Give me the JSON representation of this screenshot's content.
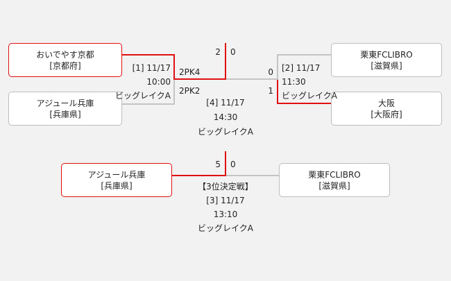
{
  "colors": {
    "winner": "#e01010",
    "loser": "#c4c4c4",
    "background": "#f2f2f2"
  },
  "semifinal_a": {
    "team_top": {
      "name": "おいでやす京都",
      "pref": "[京都府]"
    },
    "team_bottom": {
      "name": "アジュール兵庫",
      "pref": "[兵庫県]"
    },
    "match_no": "[1] 11/17",
    "time": "10:00",
    "venue": "ビッグレイクA",
    "pk_top": "2PK4",
    "pk_bottom": "2PK2"
  },
  "semifinal_b": {
    "team_top": {
      "name": "栗東FCLIBRO",
      "pref": "[滋賀県]"
    },
    "team_bottom": {
      "name": "大阪",
      "pref": "[大阪府]"
    },
    "match_no": "[2] 11/17",
    "time": "11:30",
    "venue": "ビッグレイクA",
    "score_top": "0",
    "score_bottom": "1"
  },
  "final": {
    "score_left": "2",
    "score_right": "0",
    "match_no": "[4] 11/17",
    "time": "14:30",
    "venue": "ビッグレイクA"
  },
  "third_place": {
    "title": "【3位決定戦】",
    "team_left": {
      "name": "アジュール兵庫",
      "pref": "[兵庫県]"
    },
    "team_right": {
      "name": "栗東FCLIBRO",
      "pref": "[滋賀県]"
    },
    "score_left": "5",
    "score_right": "0",
    "match_no": "[3] 11/17",
    "time": "13:10",
    "venue": "ビッグレイクA"
  }
}
